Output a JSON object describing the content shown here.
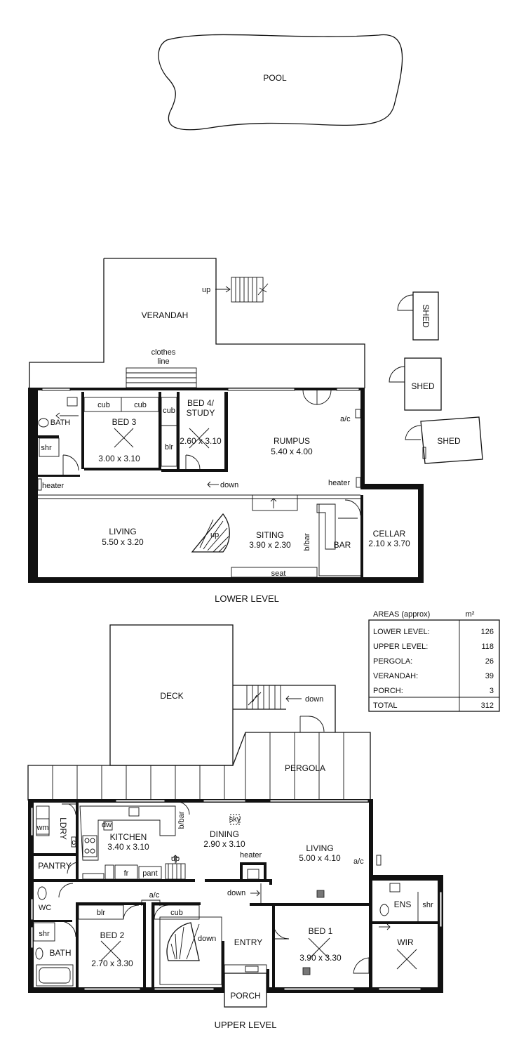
{
  "pool": {
    "label": "POOL"
  },
  "lower": {
    "title": "LOWER LEVEL",
    "verandah": "VERANDAH",
    "up_stair": "up",
    "clothes_line": [
      "clothes",
      "line"
    ],
    "sheds": [
      "SHED",
      "SHED",
      "SHED"
    ],
    "bath": "BATH",
    "shr": "shr",
    "bed3": {
      "name": "BED 3",
      "dim": "3.00 x 3.10"
    },
    "cub1": "cub",
    "cub2": "cub",
    "cub3": "cub",
    "blr": "blr",
    "bed4": {
      "name1": "BED 4/",
      "name2": "STUDY",
      "dim": "2.60 x 3.10"
    },
    "rumpus": {
      "name": "RUMPUS",
      "dim": "5.40 x 4.00"
    },
    "ac": "a/c",
    "heater_left": "heater",
    "heater_right": "heater",
    "down": "down",
    "living": {
      "name": "LIVING",
      "dim": "5.50 x 3.20"
    },
    "up_spiral": "up",
    "sitting": {
      "name": "SITING",
      "dim": "3.90 x 2.30"
    },
    "bbar": "b/bar",
    "bar": "BAR",
    "cellar": {
      "name": "CELLAR",
      "dim": "2.10 x 3.70"
    },
    "seat": "seat"
  },
  "areas": {
    "header": "AREAS (approx)",
    "unit": "m²",
    "rows": [
      {
        "label": "LOWER LEVEL:",
        "value": "126"
      },
      {
        "label": "UPPER LEVEL:",
        "value": "118"
      },
      {
        "label": "PERGOLA:",
        "value": "26"
      },
      {
        "label": "VERANDAH:",
        "value": "39"
      },
      {
        "label": "PORCH:",
        "value": "3"
      }
    ],
    "total_label": "TOTAL",
    "total_value": "312"
  },
  "upper": {
    "title": "UPPER LEVEL",
    "deck": "DECK",
    "down_stair": "down",
    "pergola": "PERGOLA",
    "ldry": "LDRY",
    "wm": "wm",
    "dw": "dw",
    "c": "c",
    "kitchen": {
      "name": "KITCHEN",
      "dim": "3.40 x 3.10"
    },
    "bbar": "b/bar",
    "sky": "sky",
    "dining": {
      "name": "DINING",
      "dim": "2.90 x 3.10"
    },
    "living": {
      "name": "LIVING",
      "dim": "5.00 x 4.10"
    },
    "ac": "a/c",
    "heater": "heater",
    "up": "up",
    "pantry": "PANTRY",
    "fr": "fr",
    "pant": "pant",
    "down": "down",
    "wc": "WC",
    "ac2": "a/c",
    "blr": "blr",
    "cub": "cub",
    "ens": "ENS",
    "ens_shr": "shr",
    "shr": "shr",
    "bath": "BATH",
    "bed2": {
      "name": "BED 2",
      "dim": "2.70 x 3.30"
    },
    "down_spiral": "down",
    "entry": "ENTRY",
    "bed1": {
      "name": "BED 1",
      "dim": "3.90 x 3.30"
    },
    "wir": "WIR",
    "porch": "PORCH"
  }
}
